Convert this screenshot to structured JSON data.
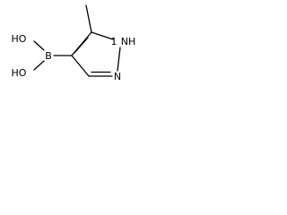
{
  "molecule": {
    "atoms": {
      "boron": "B",
      "hydroxyl_top": "HO",
      "hydroxyl_bottom": "HO",
      "ring_nh": "NH",
      "ring_nh_locant": "1",
      "ring_n": "N"
    },
    "colors": {
      "bond": "#000000",
      "label": "#000000",
      "background": "#ffffff"
    }
  }
}
